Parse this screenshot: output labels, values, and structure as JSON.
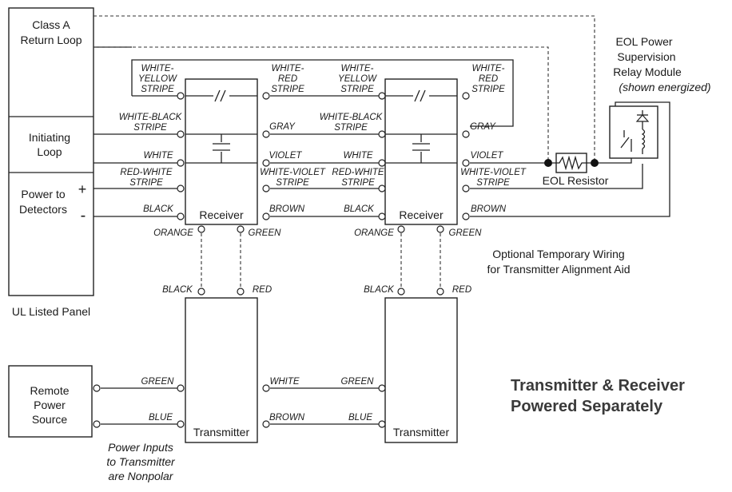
{
  "panel": {
    "class_a": [
      "Class A",
      "Return Loop"
    ],
    "initiating": [
      "Initiating",
      "Loop"
    ],
    "power": [
      "Power to",
      "Detectors"
    ],
    "plus": "+",
    "minus": "-",
    "caption": "UL Listed Panel"
  },
  "receivers": {
    "label": "Receiver",
    "left_top": [
      "WHITE-",
      "YELLOW",
      "STRIPE"
    ],
    "left_b": [
      "WHITE-BLACK",
      "STRIPE"
    ],
    "left_c": "WHITE",
    "left_d": [
      "RED-WHITE",
      "STRIPE"
    ],
    "left_e": "BLACK",
    "right_top": [
      "WHITE-",
      "RED",
      "STRIPE"
    ],
    "right_b": "GRAY",
    "right_c": "VIOLET",
    "right_d": [
      "WHITE-VIOLET",
      "STRIPE"
    ],
    "right_e": "BROWN",
    "bottom_left": "ORANGE",
    "bottom_right": "GREEN"
  },
  "transmitters": {
    "label": "Transmitter",
    "top_left": "BLACK",
    "top_right": "RED",
    "in_top": "GREEN",
    "in_bottom": "BLUE",
    "out_top": "WHITE",
    "out_bottom": "BROWN"
  },
  "remote": [
    "Remote",
    "Power",
    "Source"
  ],
  "power_note": [
    "Power Inputs",
    "to Transmitter",
    "are Nonpolar"
  ],
  "eol_resistor": "EOL Resistor",
  "eol_module": [
    "EOL Power",
    "Supervision",
    "Relay Module"
  ],
  "eol_module_note": "(shown energized)",
  "optional_note": [
    "Optional Temporary Wiring",
    "for Transmitter Alignment Aid"
  ],
  "title": [
    "Transmitter & Receiver",
    "Powered Separately"
  ]
}
